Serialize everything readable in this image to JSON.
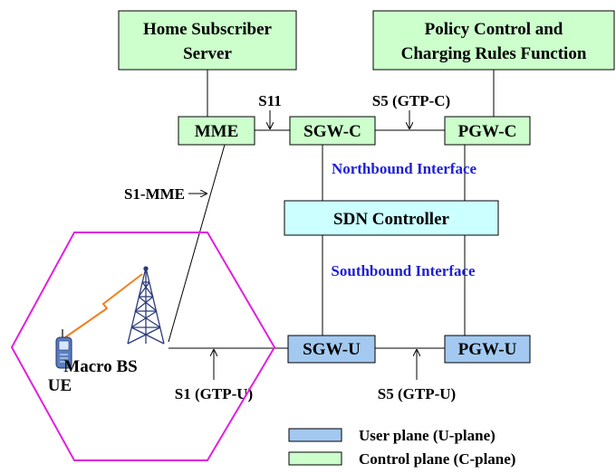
{
  "nodes": {
    "hss": {
      "line1": "Home Subscriber",
      "line2": "Server"
    },
    "pcrf": {
      "line1": "Policy Control and",
      "line2": "Charging Rules Function"
    },
    "mme": {
      "label": "MME"
    },
    "sgw_c": {
      "label": "SGW-C"
    },
    "pgw_c": {
      "label": "PGW-C"
    },
    "sdn": {
      "label": "SDN Controller"
    },
    "sgw_u": {
      "label": "SGW-U"
    },
    "pgw_u": {
      "label": "PGW-U"
    }
  },
  "labels": {
    "s11": "S11",
    "s5_gtp_c": "S5 (GTP-C)",
    "s1_mme": "S1-MME",
    "s1_gtp_u": "S1 (GTP-U)",
    "s5_gtp_u": "S5 (GTP-U)",
    "northbound": "Northbound Interface",
    "southbound": "Southbound Interface",
    "macro_bs": "Macro BS",
    "ue": "UE"
  },
  "legend": {
    "user_plane": "User plane (U-plane)",
    "control_plane": "Control plane (C-plane)"
  },
  "colors": {
    "control_plane": "#ccffcc",
    "user_plane": "#a3c9f0",
    "sdn_controller": "#ccffff",
    "interface_text": "#1f1fd6",
    "cell_hexagon": "#e020e0",
    "wireless_link": "#f08020"
  }
}
